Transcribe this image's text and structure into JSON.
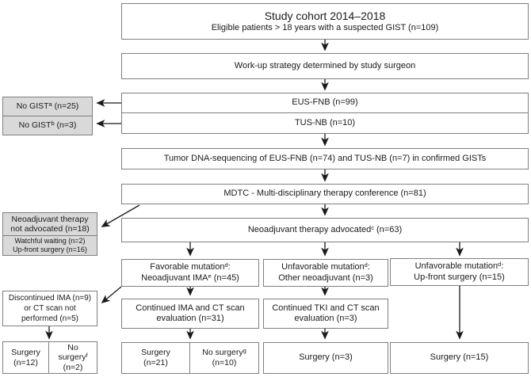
{
  "colors": {
    "box_border": "#7f7f7f",
    "gray_fill": "#d9d9d9",
    "arrow": "#1a1a1a",
    "text": "#1a1a1a",
    "background": "#ffffff"
  },
  "flowchart": {
    "study": {
      "title": "Study cohort 2014–2018",
      "subtitle": "Eligible patients > 18 years with a suspected GIST (n=109)"
    },
    "workup": {
      "label": "Work-up strategy determined by study surgeon"
    },
    "eus_fnb": {
      "label": "EUS-FNB (n=99)"
    },
    "tus_nb": {
      "label": "TUS-NB (n=10)"
    },
    "no_gist_a": {
      "pre": "No GIST",
      "sup": "a",
      "post": " (n=25)"
    },
    "no_gist_b": {
      "pre": "No GIST",
      "sup": "b",
      "post": " (n=3)"
    },
    "tumor_dna": {
      "label": "Tumor DNA-sequencing of EUS-FNB (n=74) and TUS-NB (n=7) in confirmed GISTs"
    },
    "mdtc": {
      "label": "MDTC - Multi-disciplinary therapy conference (n=81)"
    },
    "not_advocated": {
      "label": "Neoadjuvant therapy not advocated (n=18)",
      "sub1": "Watchful waiting (n=2)",
      "sub2": "Up-front surgery (n=16)"
    },
    "advocated": {
      "pre": "Neoadjuvant therapy advocated",
      "sup": "c",
      "post": " (n=63)"
    },
    "favorable": {
      "line1": {
        "pre": "Favorable mutation",
        "sup": "d",
        "post": ":"
      },
      "line2": {
        "pre": "Neoadjuvant IMA",
        "sup": "e",
        "post": " (n=45)"
      }
    },
    "unfavorable_other": {
      "line1": {
        "pre": "Unfavorable mutation",
        "sup": "d",
        "post": ":"
      },
      "line2": "Other neoadjuvant (n=3)"
    },
    "unfavorable_upfront": {
      "line1": {
        "pre": "Unfavorable mutation",
        "sup": "d",
        "post": ":"
      },
      "line2": "Up-front surgery (n=15)"
    },
    "discontinued": {
      "label": "Discontinued IMA (n=9) or CT scan not performed (n=5)"
    },
    "continued_ima": {
      "label": "Continued IMA and CT scan evaluation (n=31)"
    },
    "continued_tki": {
      "label": "Continued TKI and CT scan evaluation (n=3)"
    },
    "surgery_12": {
      "label": "Surgery (n=12)"
    },
    "no_surgery_f": {
      "pre": "No surgery",
      "sup": "f",
      "post": " (n=2)"
    },
    "surgery_21": {
      "label": "Surgery (n=21)"
    },
    "no_surgery_g": {
      "pre": "No surgery",
      "sup": "g",
      "post": " (n=10)"
    },
    "surgery_3": {
      "label": "Surgery (n=3)"
    },
    "surgery_15": {
      "label": "Surgery (n=15)"
    }
  }
}
